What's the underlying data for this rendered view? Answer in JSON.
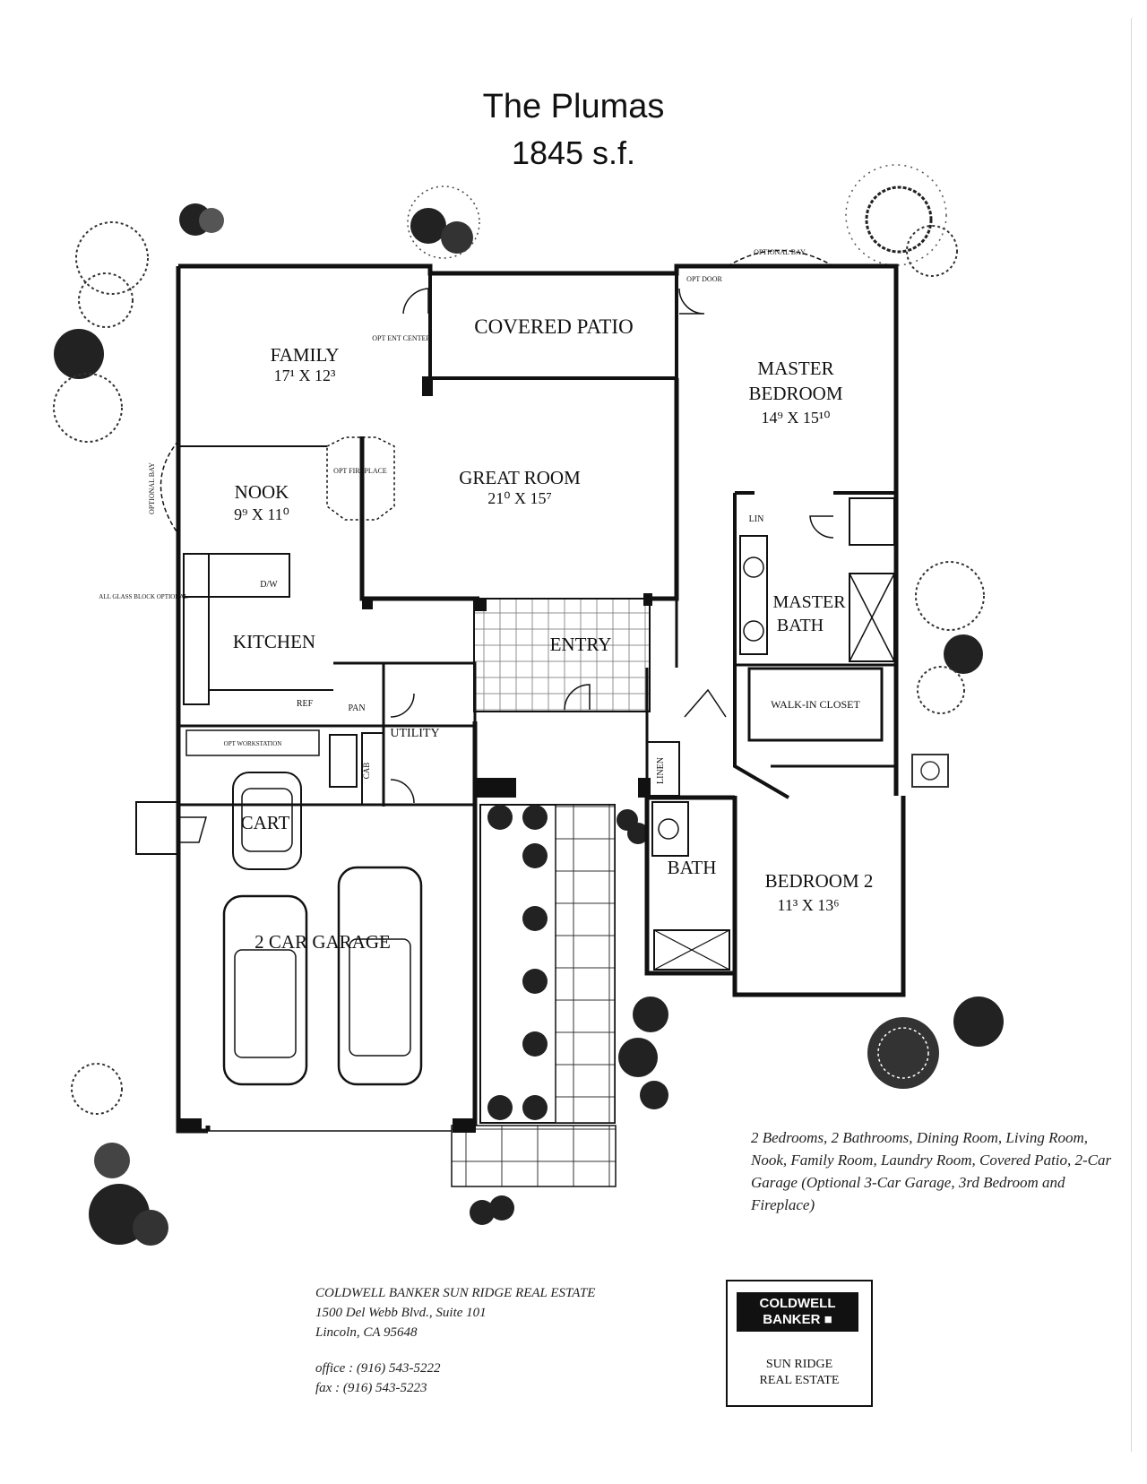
{
  "title": "The Plumas",
  "subtitle": "1845 s.f.",
  "rooms": {
    "covered_patio": "COVERED PATIO",
    "family": "FAMILY",
    "family_size": "17¹ X 12³",
    "master_bedroom_1": "MASTER",
    "master_bedroom_2": "BEDROOM",
    "master_bedroom_size": "14⁹ X 15¹⁰",
    "great_room": "GREAT ROOM",
    "great_room_size": "21⁰ X 15⁷",
    "nook": "NOOK",
    "nook_size": "9⁹ X 11⁰",
    "kitchen": "KITCHEN",
    "entry": "ENTRY",
    "master_bath_1": "MASTER",
    "master_bath_2": "BATH",
    "walk_in_closet": "WALK-IN CLOSET",
    "utility": "UTILITY",
    "cart": "CART",
    "garage": "2 CAR GARAGE",
    "bath": "BATH",
    "bedroom2": "BEDROOM 2",
    "bedroom2_size": "11³ X 13⁶",
    "linen": "LINEN",
    "lin": "LIN",
    "dw": "D/W",
    "ref": "REF",
    "pan": "PAN",
    "cab": "CAB"
  },
  "notes": {
    "optional_bay_top": "OPTIONAL BAY",
    "optional_bay_left": "OPTIONAL BAY",
    "opt_door": "OPT DOOR",
    "opt_ent_center": "OPT ENT CENTER",
    "fireplace": "OPT FIREPLACE",
    "glass_block": "ALL GLASS BLOCK OPTIONAL",
    "opt_workstation": "OPT WORKSTATION"
  },
  "features_text": "2 Bedrooms, 2 Bathrooms, Dining Room, Living Room, Nook, Family Room, Laundry Room, Covered Patio, 2-Car Garage (Optional 3-Car Garage, 3rd Bedroom and Fireplace)",
  "office": {
    "name": "COLDWELL BANKER SUN RIDGE REAL ESTATE",
    "address1": "1500 Del Webb Blvd., Suite 101",
    "address2": "Lincoln, CA 95648",
    "office_phone": "office : (916) 543-5222",
    "fax": "fax :     (916) 543-5223"
  },
  "logo": {
    "brand1": "COLDWELL",
    "brand2": "BANKER ■",
    "office1": "SUN RIDGE",
    "office2": "REAL ESTATE"
  }
}
